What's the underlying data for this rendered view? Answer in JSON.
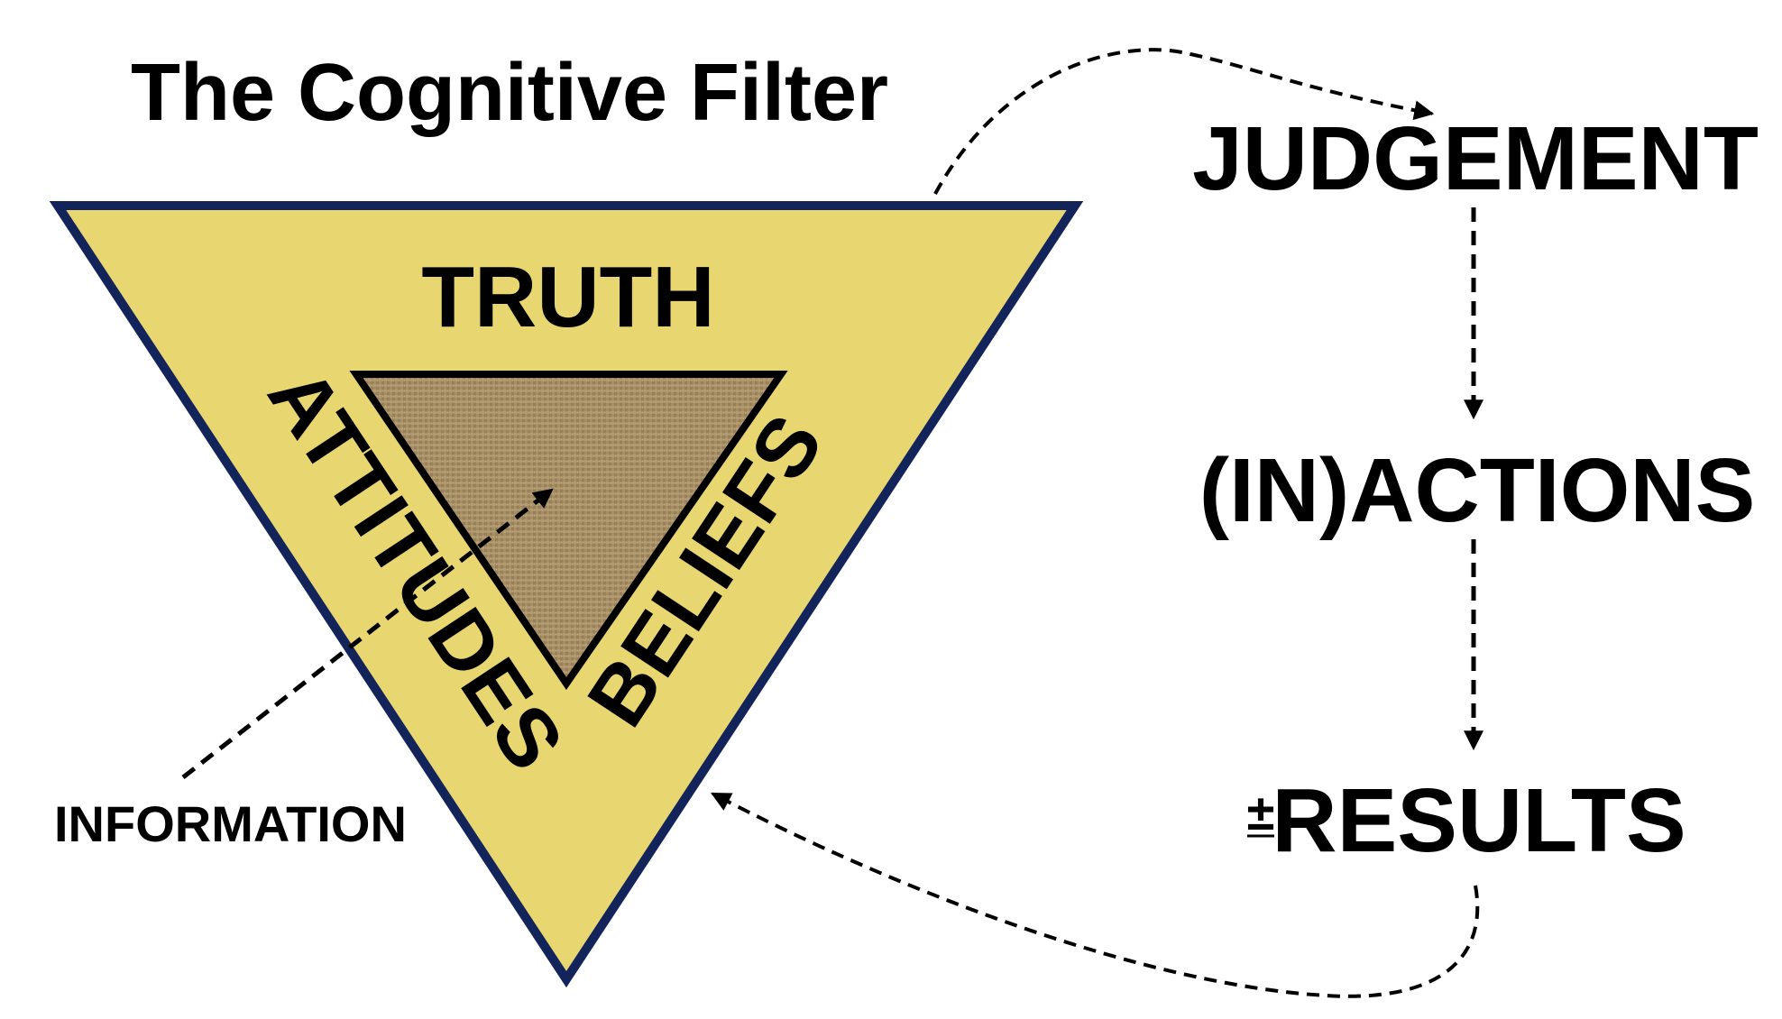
{
  "title": "The Cognitive Filter",
  "filter": {
    "outer_top_label": "TRUTH",
    "outer_left_label": "ATTITUDES",
    "outer_right_label": "BELIEFS",
    "input_label": "INFORMATION"
  },
  "flow": {
    "step1": "JUDGEMENT",
    "step2": "(IN)ACTIONS",
    "step3_prefix": "±",
    "step3": "RESULTS"
  },
  "colors": {
    "outer_fill": "#e8d671",
    "outer_stroke": "#13245a",
    "inner_fill": "#a68d64",
    "text": "#000000",
    "arrow": "#000000"
  }
}
